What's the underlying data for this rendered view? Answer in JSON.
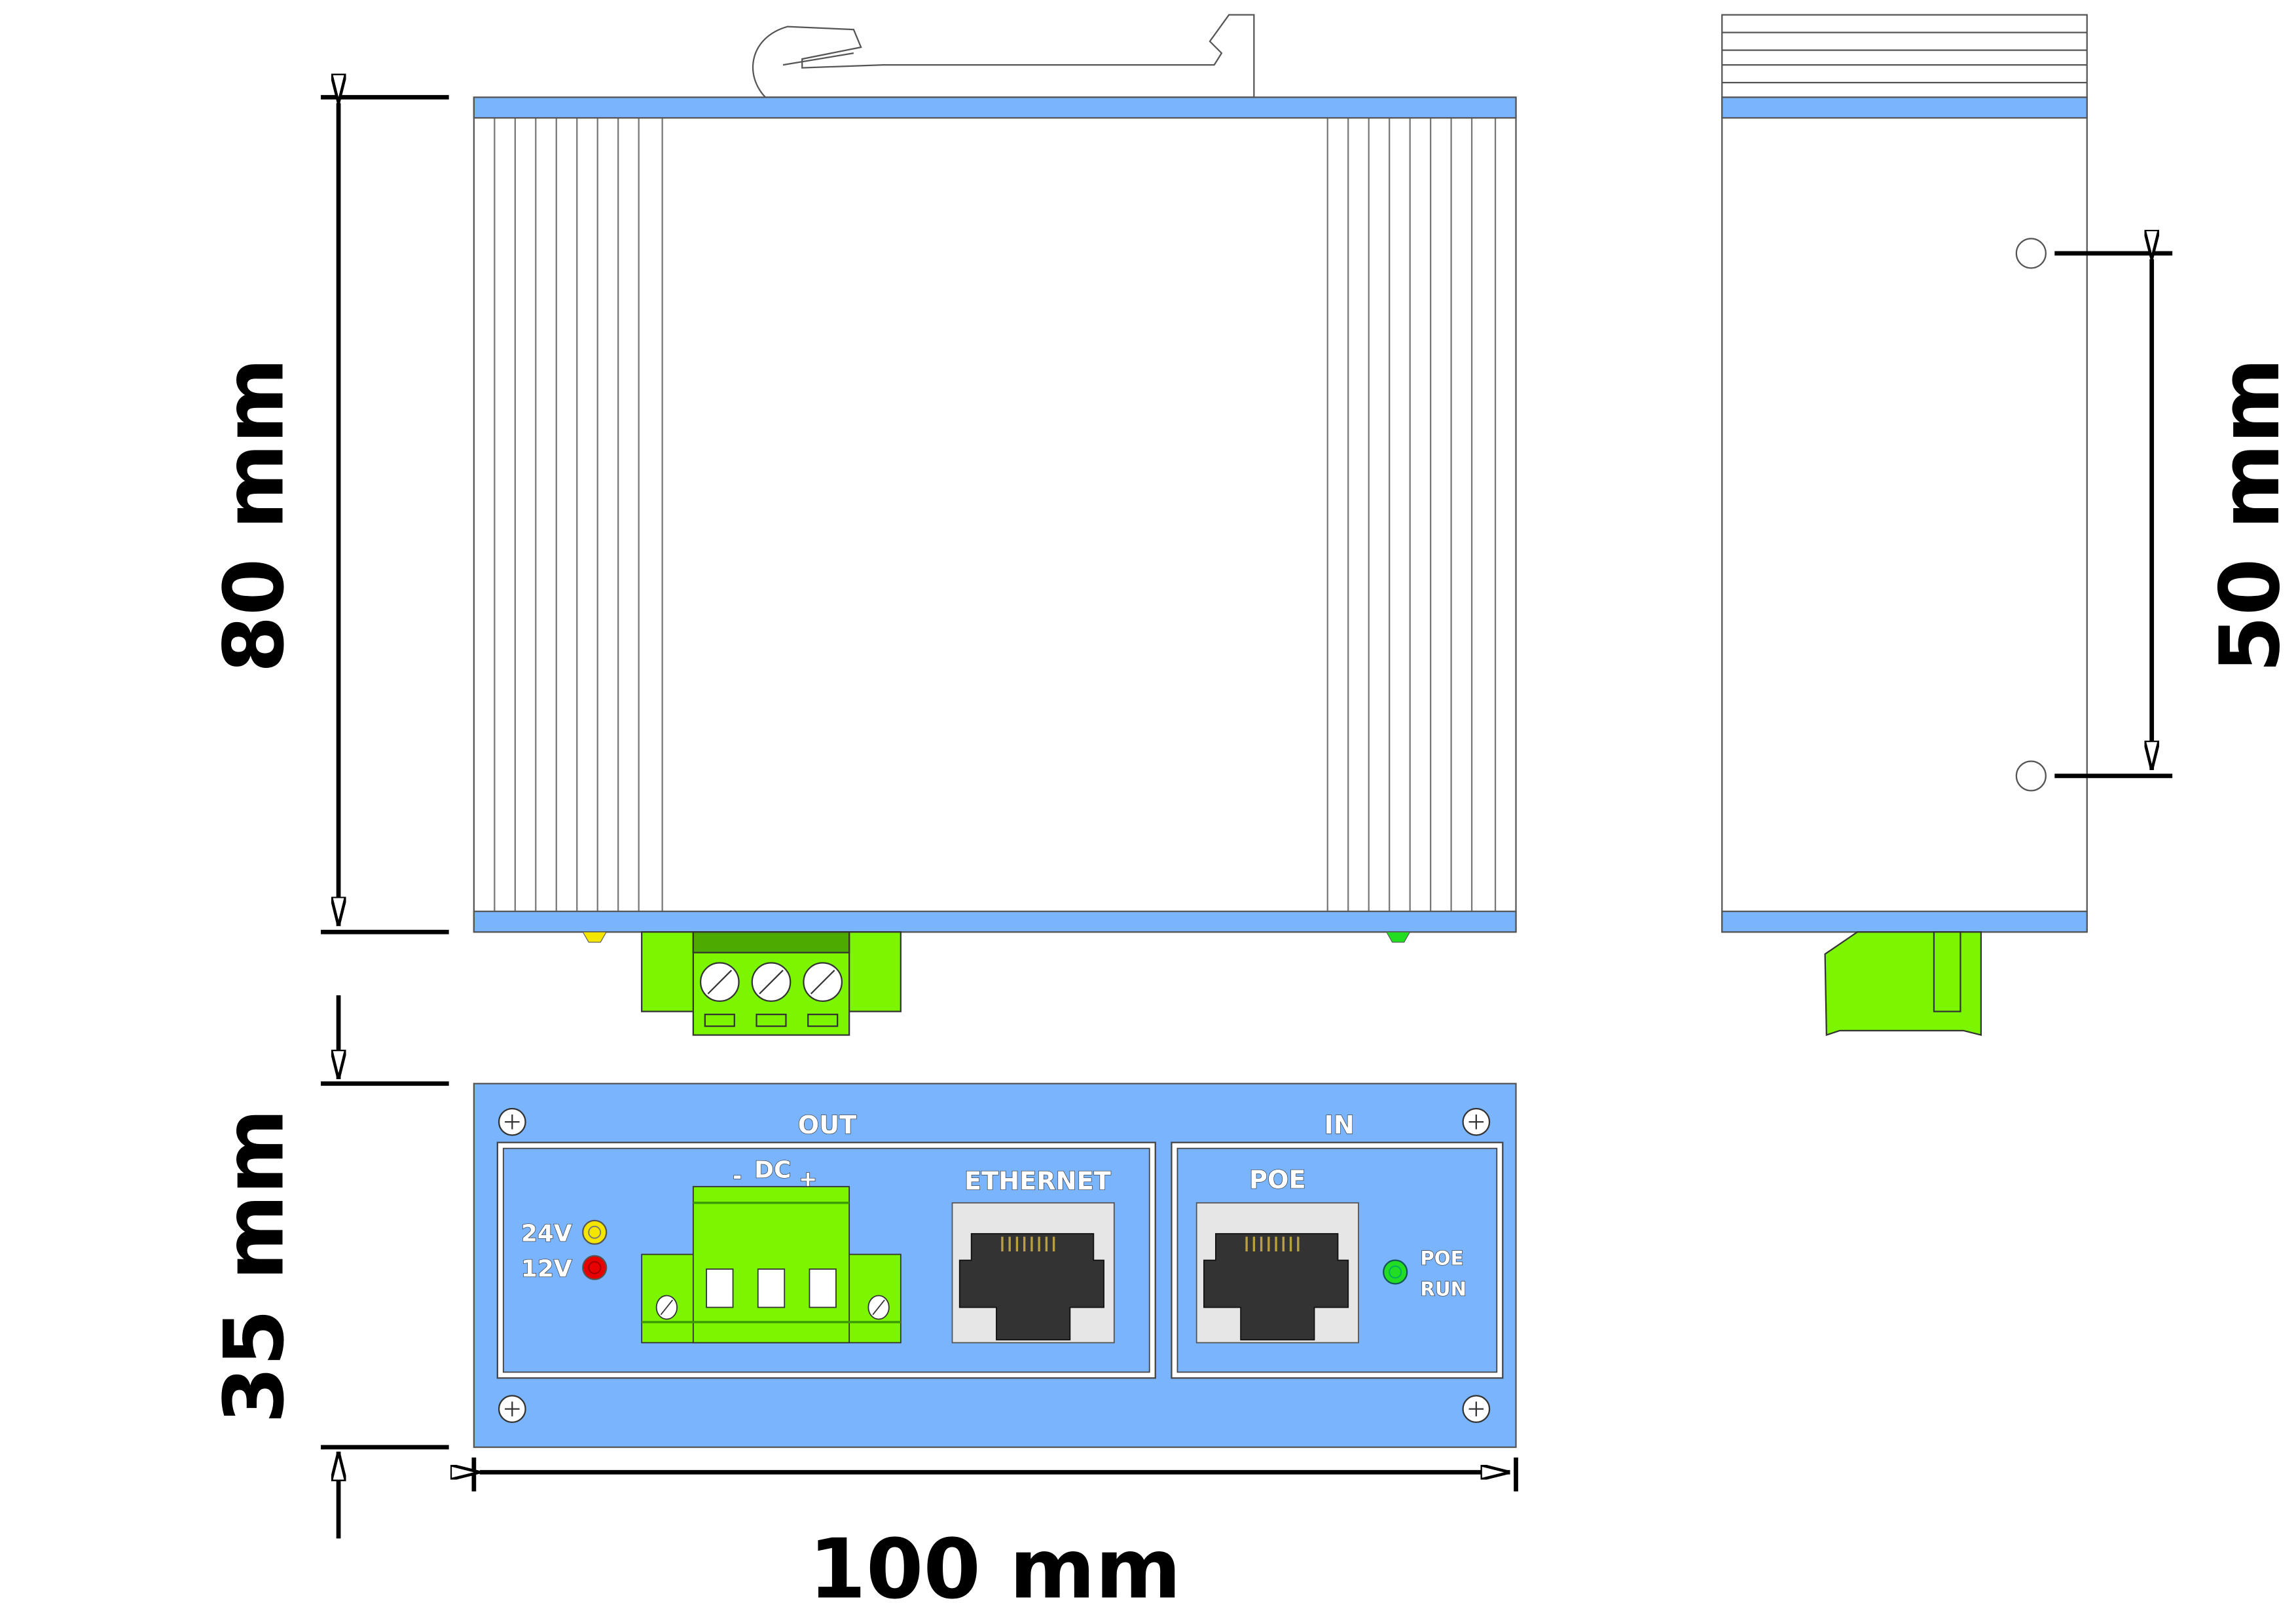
{
  "dimensions": {
    "height": "80 mm",
    "mount_spacing": "50 mm",
    "depth": "35 mm",
    "width": "100 mm"
  },
  "front_panel": {
    "out_label": "OUT",
    "in_label": "IN",
    "dc_label": "DC",
    "dc_minus": "-",
    "dc_plus": "+",
    "led_24v": "24V",
    "led_12v": "12V",
    "ethernet_label": "ETHERNET",
    "poe_port_label": "POE",
    "poe_led_line1": "POE",
    "poe_led_line2": "RUN"
  },
  "colors": {
    "panel_blue": "#7ab4fc",
    "terminal_green": "#7cf500",
    "led_yellow": "#f5e600",
    "led_red": "#e80000",
    "led_green": "#22dd22",
    "rj45_dark": "#333333",
    "rj45_frame": "#e6e6e6"
  }
}
